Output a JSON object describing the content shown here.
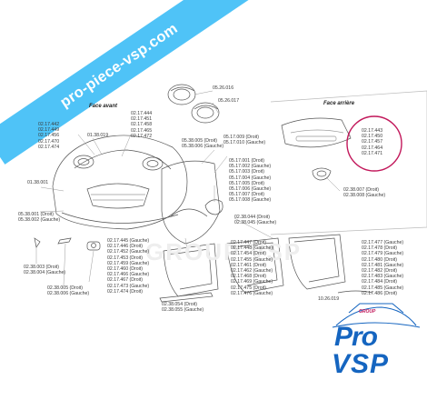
{
  "banner": {
    "text": "pro-piece-vsp.com"
  },
  "sections": {
    "front": "Face avant",
    "rear": "Face arrière"
  },
  "watermark": {
    "text": "GROUP VSP"
  },
  "logo": {
    "group": "GROUP",
    "pro": "Pro",
    "vsp": "VSP"
  },
  "callouts": {
    "headlamps_top": [
      "05.26.016"
    ],
    "headlamps_second": [
      "05.26.017"
    ],
    "bumper_left": [
      "02.17.442",
      "02.17.449",
      "02.17.456",
      "02.17.470",
      "02.17.474"
    ],
    "bumper_center": [
      "02.17.444",
      "02.17.451",
      "02.17.458",
      "02.17.465",
      "02.17.472"
    ],
    "grille_mid": [
      "01.38.019"
    ],
    "side_small": [
      "01.38.001"
    ],
    "fog_grille": [
      "05.38.001 (Droit)",
      "05.38.002 (Gauche)"
    ],
    "mirror": [
      "05.38.005 (Droit)",
      "05.38.006 (Gauche)"
    ],
    "fender_top": [
      "05.17.009 (Droit)",
      "05.17.010 (Gauche)"
    ],
    "fender_list": [
      "05.17.001 (Droit)",
      "05.17.002 (Gauche)",
      "05.17.003 (Droit)",
      "05.17.004 (Gauche)",
      "05.17.005 (Droit)",
      "05.17.006 (Gauche)",
      "05.17.007 (Droit)",
      "05.17.008 (Gauche)"
    ],
    "rear_bumper": [
      "02.17.443",
      "02.17.450",
      "02.17.457",
      "02.17.464",
      "02.17.471"
    ],
    "rear_reflector": [
      "02.38.007 (Droit)",
      "02.38.008 (Gauche)"
    ],
    "door_trim": [
      "02.38.044 (Droit)",
      "02.38.045 (Gauche)"
    ],
    "small_trim": [
      "02.38.003 (Droit)",
      "02.38.004 (Gauche)"
    ],
    "fog_lamp": [
      "02.38.005 (Droit)",
      "02.38.006 (Gauche)"
    ],
    "door_front": [
      "02.17.445 (Gauche)",
      "02.17.446 (Droit)",
      "02.17.452 (Gauche)",
      "02.17.453 (Droit)",
      "02.17.459 (Gauche)",
      "02.17.460 (Droit)",
      "02.17.466 (Gauche)",
      "02.17.467 (Droit)",
      "02.17.473 (Gauche)",
      "02.17.474 (Droit)"
    ],
    "door_middle": [
      "02.17.447 (Droit)",
      "02.17.448 (Gauche)",
      "02.17.454 (Droit)",
      "02.17.455 (Gauche)",
      "02.17.461 (Droit)",
      "02.17.462 (Gauche)",
      "02.17.468 (Droit)",
      "02.17.469 (Gauche)",
      "02.17.475 (Droit)",
      "02.17.476 (Gauche)"
    ],
    "door_right": [
      "02.17.477 (Gauche)",
      "02.17.478 (Droit)",
      "02.17.479 (Gauche)",
      "02.17.480 (Droit)",
      "02.17.481 (Gauche)",
      "02.17.482 (Droit)",
      "02.17.483 (Gauche)",
      "02.17.484 (Droit)",
      "02.17.485 (Gauche)",
      "02.17.486 (Droit)"
    ],
    "sill": [
      "02.38.054 (Droit)",
      "02.38.055 (Gauche)"
    ],
    "roof_trim": [
      "10.26.019"
    ]
  }
}
